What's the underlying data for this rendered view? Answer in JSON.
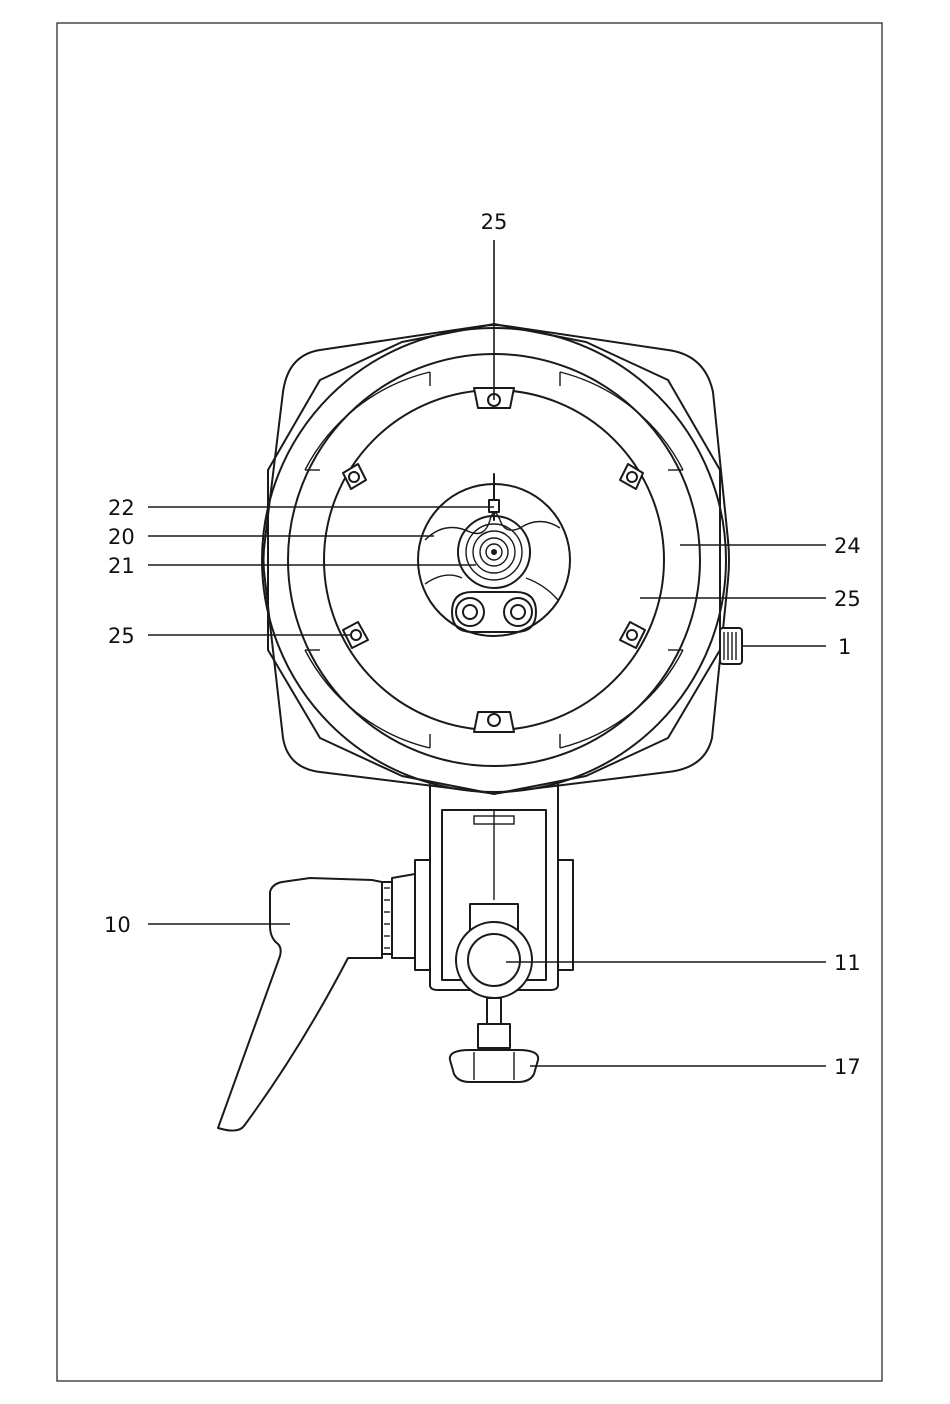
{
  "callouts": {
    "top_25": "25",
    "label_22": "22",
    "label_20": "20",
    "label_21": "21",
    "left_25": "25",
    "label_24": "24",
    "right_25": "25",
    "label_1": "1",
    "label_10": "10",
    "label_11": "11",
    "label_17": "17"
  }
}
